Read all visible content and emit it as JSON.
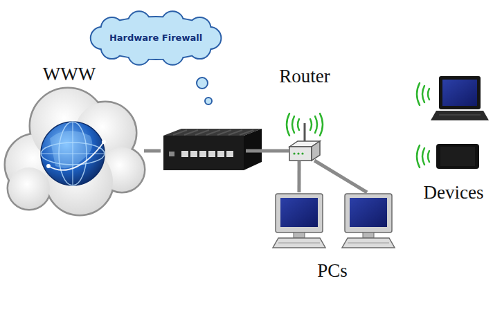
{
  "diagram": {
    "nodes": [
      {
        "text": [
          "WWW"
        ]
      },
      {
        "text": [
          "Hardware Firewall"
        ]
      },
      {
        "text": [
          "Router"
        ]
      },
      {
        "text": [
          "PCs"
        ]
      },
      {
        "text": [
          "Devices"
        ]
      }
    ],
    "edges": [
      {
        "from": 0,
        "to": 1,
        "arrow": "none"
      },
      {
        "from": 1,
        "to": 2,
        "arrow": "none"
      },
      {
        "from": 2,
        "to": 3,
        "arrow": "none"
      },
      {
        "from": 2,
        "to": 3,
        "arrow": "none"
      }
    ]
  }
}
